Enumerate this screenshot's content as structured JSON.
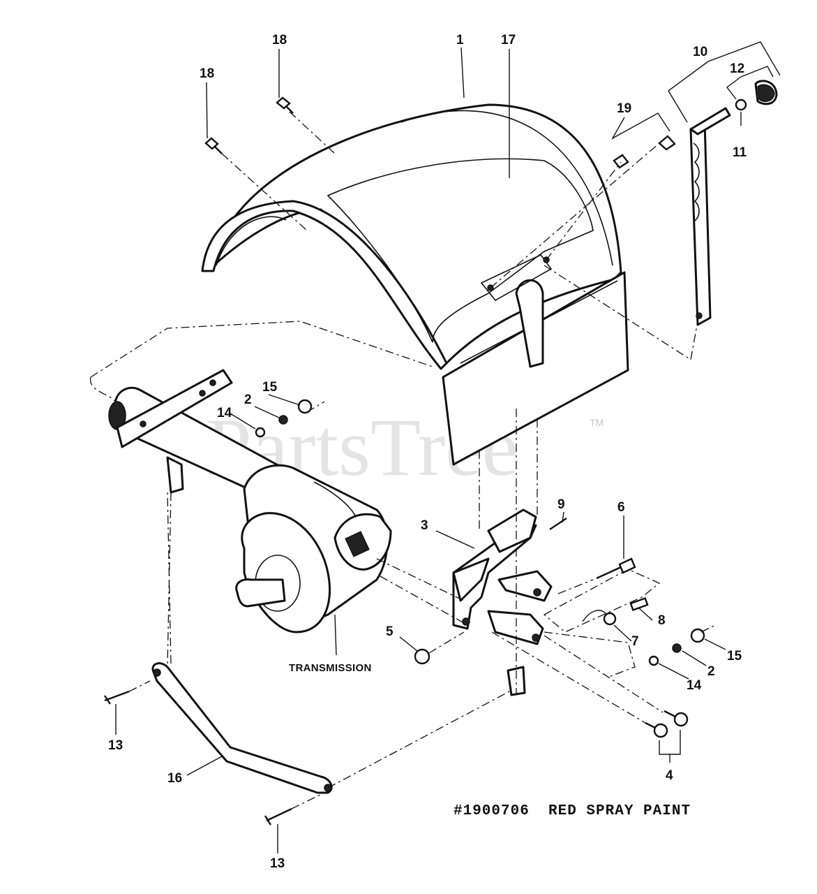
{
  "callouts": {
    "c1": "1",
    "c2a": "2",
    "c2b": "2",
    "c3": "3",
    "c4": "4",
    "c5": "5",
    "c6": "6",
    "c7": "7",
    "c8": "8",
    "c9": "9",
    "c10": "10",
    "c11": "11",
    "c12": "12",
    "c13a": "13",
    "c13b": "13",
    "c14a": "14",
    "c14b": "14",
    "c15a": "15",
    "c15b": "15",
    "c16": "16",
    "c17": "17",
    "c18a": "18",
    "c18b": "18",
    "c19": "19"
  },
  "labels": {
    "transmission": "TRANSMISSION",
    "paint_note": "#1900706  RED SPRAY PAINT"
  },
  "watermark": {
    "text": "PartsTree",
    "trademark": "TM"
  }
}
